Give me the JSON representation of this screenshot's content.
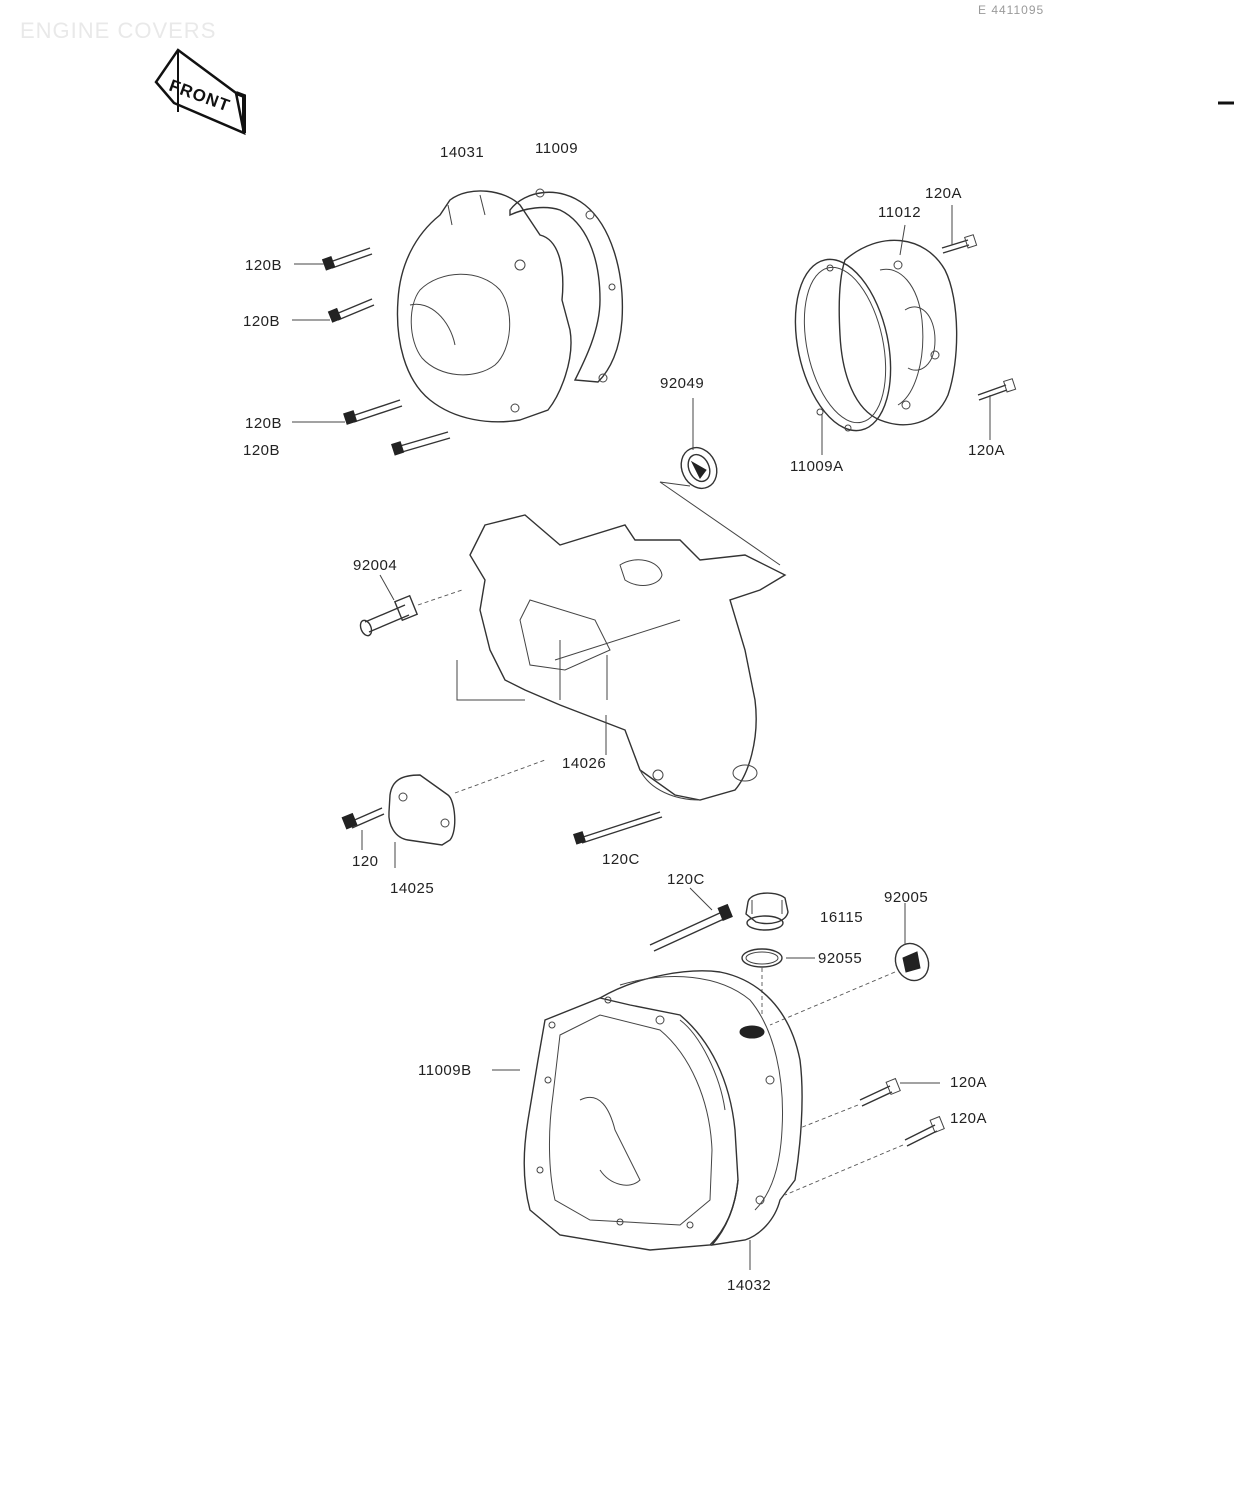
{
  "header": {
    "title": "ENGINE COVERS",
    "code": "E 4411095"
  },
  "front_marker": {
    "label": "FRONT",
    "icon": "front-arrow-icon"
  },
  "labels": {
    "p14031": "14031",
    "p11009": "11009",
    "p120B_1": "120B",
    "p120B_2": "120B",
    "p120B_3": "120B",
    "p120B_4": "120B",
    "p120A_1": "120A",
    "p11012": "11012",
    "p120A_2": "120A",
    "p11009A": "11009A",
    "p92049": "92049",
    "p92004": "92004",
    "p14026": "14026",
    "p120_a": "120",
    "p14025": "14025",
    "p120C_1": "120C",
    "p120C_2": "120C",
    "p16115": "16115",
    "p92005": "92005",
    "p92055": "92055",
    "p11009B": "11009B",
    "p120A_3": "120A",
    "p120A_4": "120A",
    "p14032": "14032"
  }
}
